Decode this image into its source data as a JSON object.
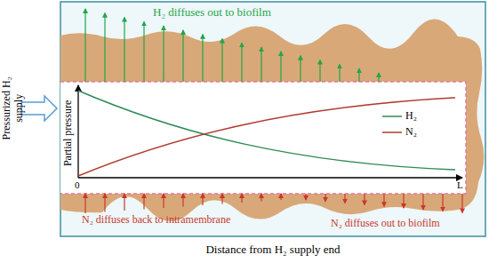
{
  "diagram": {
    "labels": [
      "H₂ diffuses out to biofilm",
      "Pressurized H₂ supply",
      "Partial pressure",
      "0",
      "L",
      "N₂ diffuses back to intramembrane",
      "N₂ diffuses out to biofilm",
      "Distance from H₂ supply end"
    ],
    "legend": [
      {
        "text": "H₂"
      },
      {
        "text": "N₂"
      }
    ]
  }
}
